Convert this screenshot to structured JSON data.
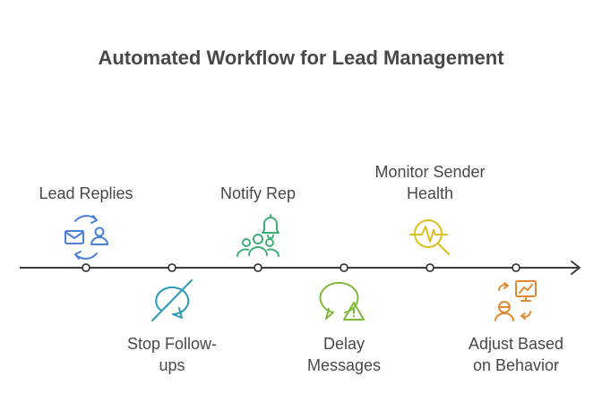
{
  "title": "Automated Workflow for Lead Management",
  "steps": [
    {
      "lines": [
        "Lead Replies"
      ],
      "icon": "mail-person-cycle-icon",
      "color": "#4a7fd8"
    },
    {
      "lines": [
        "Stop Follow-",
        "ups"
      ],
      "icon": "chat-bubble-slash-icon",
      "color": "#2e9ab8"
    },
    {
      "lines": [
        "Notify Rep"
      ],
      "icon": "team-bell-icon",
      "color": "#3fae74"
    },
    {
      "lines": [
        "Delay",
        "Messages"
      ],
      "icon": "chat-warning-icon",
      "color": "#7fb83a"
    },
    {
      "lines": [
        "Monitor Sender",
        "Health"
      ],
      "icon": "heartbeat-magnifier-icon",
      "color": "#d8c01f"
    },
    {
      "lines": [
        "Adjust Based",
        "on Behavior"
      ],
      "icon": "person-chart-adjust-icon",
      "color": "#e08a32"
    }
  ]
}
